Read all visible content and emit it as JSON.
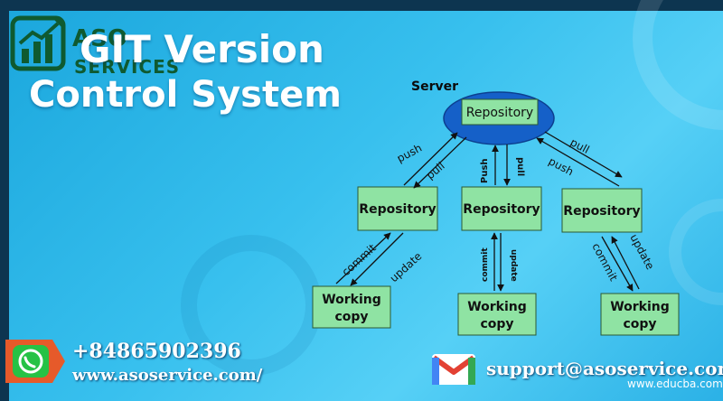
{
  "logo": {
    "line1": "ASO",
    "line2": "SERVICES"
  },
  "title": {
    "line1": "GIT Version",
    "line2": "Control System"
  },
  "diagram": {
    "server_label": "Server",
    "server_repo": "Repository",
    "repos": [
      "Repository",
      "Repository",
      "Repository"
    ],
    "working": [
      {
        "line1": "Working",
        "line2": "copy"
      },
      {
        "line1": "Working",
        "line2": "copy"
      },
      {
        "line1": "Working",
        "line2": "copy"
      }
    ],
    "edge_labels": {
      "left_push": "push",
      "left_pull": "pull",
      "mid_push": "Push",
      "mid_pull": "pull",
      "right_pull": "pull",
      "right_push": "push",
      "commit": "commit",
      "update": "update"
    }
  },
  "contact": {
    "phone": "+84865902396",
    "website": "www.asoservice.com/",
    "email": "support@asoservice.com",
    "watermark": "www.educba.com"
  },
  "colors": {
    "box_fill": "#8fe3a3",
    "server_fill": "#1560c8",
    "background": "#38c0ee"
  }
}
